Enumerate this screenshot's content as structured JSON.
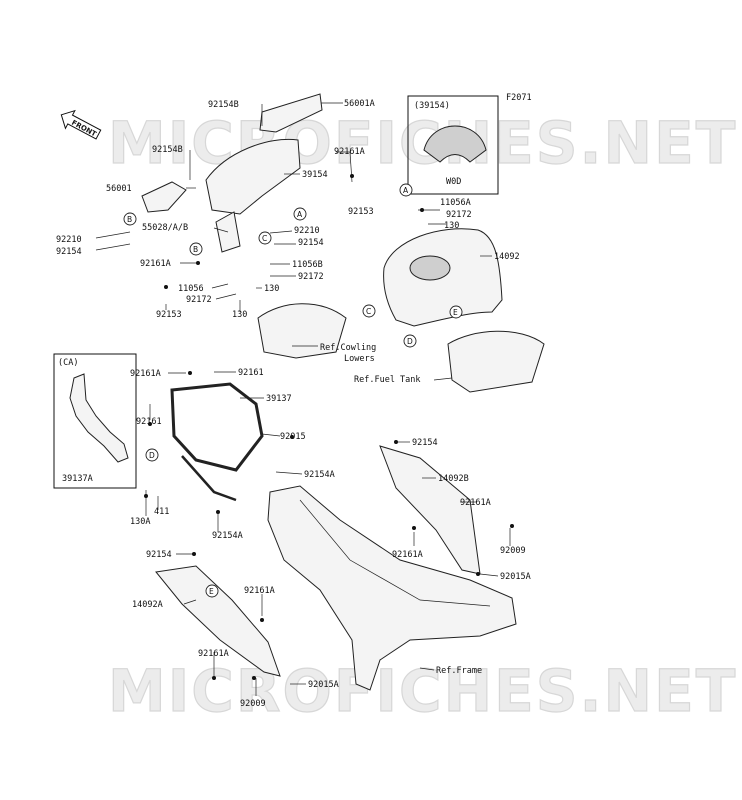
{
  "figure_code": "F2071",
  "front_arrow_label": "FRONT",
  "watermark": "MICROFICHES.NET",
  "inset_top": {
    "code": "(39154)",
    "caption": "W0D"
  },
  "inset_left": {
    "code": "(CA)",
    "part": "39137A"
  },
  "callouts": [
    "A",
    "B",
    "C",
    "D",
    "E"
  ],
  "labels": [
    {
      "id": "l1",
      "text": "92154B"
    },
    {
      "id": "l2",
      "text": "56001A"
    },
    {
      "id": "l3",
      "text": "92154B"
    },
    {
      "id": "l4",
      "text": "92161A"
    },
    {
      "id": "l5",
      "text": "56001"
    },
    {
      "id": "l6",
      "text": "39154"
    },
    {
      "id": "l7",
      "text": "92153"
    },
    {
      "id": "l8",
      "text": "11056A"
    },
    {
      "id": "l9",
      "text": "92172"
    },
    {
      "id": "l10",
      "text": "130"
    },
    {
      "id": "l11",
      "text": "92210"
    },
    {
      "id": "l12",
      "text": "92154"
    },
    {
      "id": "l13",
      "text": "55028/A/B"
    },
    {
      "id": "l14",
      "text": "92210"
    },
    {
      "id": "l15",
      "text": "92154"
    },
    {
      "id": "l16",
      "text": "14092"
    },
    {
      "id": "l17",
      "text": "92161A"
    },
    {
      "id": "l18",
      "text": "11056B"
    },
    {
      "id": "l19",
      "text": "11056"
    },
    {
      "id": "l20",
      "text": "92172"
    },
    {
      "id": "l21",
      "text": "92172"
    },
    {
      "id": "l22",
      "text": "130"
    },
    {
      "id": "l23",
      "text": "92153"
    },
    {
      "id": "l24",
      "text": "130"
    },
    {
      "id": "l25",
      "text": "Ref.Cowling"
    },
    {
      "id": "l26",
      "text": "Lowers"
    },
    {
      "id": "l27",
      "text": "Ref.Fuel Tank"
    },
    {
      "id": "l28",
      "text": "92161A"
    },
    {
      "id": "l29",
      "text": "92161"
    },
    {
      "id": "l30",
      "text": "39137"
    },
    {
      "id": "l31",
      "text": "92161"
    },
    {
      "id": "l32",
      "text": "92015"
    },
    {
      "id": "l33",
      "text": "92154"
    },
    {
      "id": "l34",
      "text": "92154A"
    },
    {
      "id": "l35",
      "text": "14092B"
    },
    {
      "id": "l36",
      "text": "92161A"
    },
    {
      "id": "l37",
      "text": "411"
    },
    {
      "id": "l38",
      "text": "130A"
    },
    {
      "id": "l39",
      "text": "92154A"
    },
    {
      "id": "l40",
      "text": "92161A"
    },
    {
      "id": "l41",
      "text": "92009"
    },
    {
      "id": "l42",
      "text": "92015A"
    },
    {
      "id": "l43",
      "text": "92154"
    },
    {
      "id": "l44",
      "text": "14092A"
    },
    {
      "id": "l45",
      "text": "92161A"
    },
    {
      "id": "l46",
      "text": "92161A"
    },
    {
      "id": "l47",
      "text": "Ref.Frame"
    },
    {
      "id": "l48",
      "text": "92015A"
    },
    {
      "id": "l49",
      "text": "92009"
    }
  ]
}
